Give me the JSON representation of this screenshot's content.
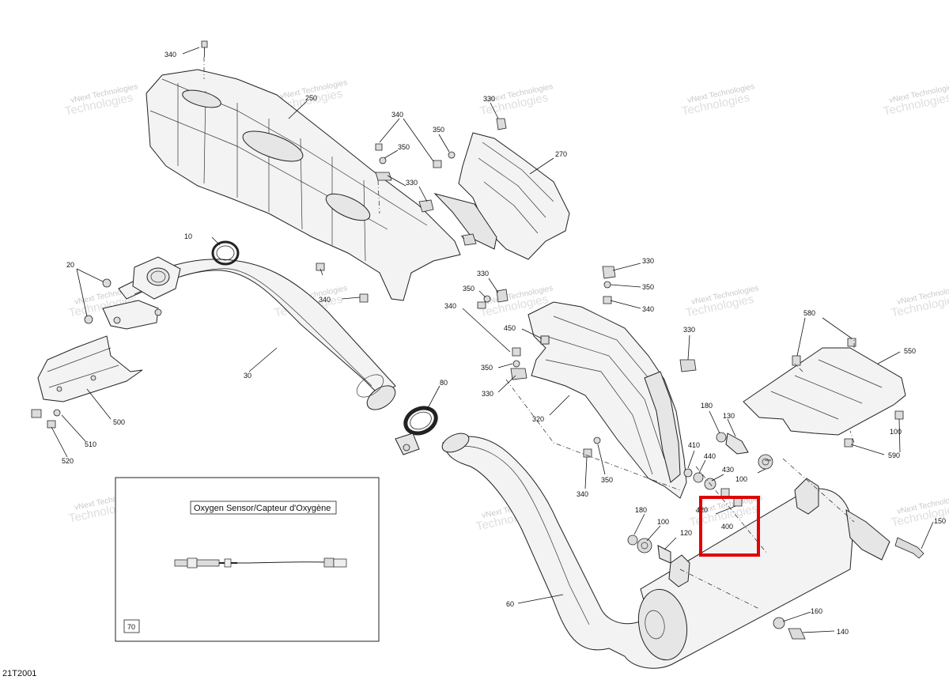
{
  "diagram_code": "21T2001",
  "watermark": {
    "line1": "vNext Technologies",
    "line2": "Technologies"
  },
  "inset": {
    "title": "Oxygen Sensor/Capteur d'Oxygène",
    "ref_number": "70"
  },
  "highlight_color": "#e00000",
  "callouts": {
    "c10": "10",
    "c20": "20",
    "c30": "30",
    "c60": "60",
    "c80": "80",
    "c100a": "100",
    "c100b": "100",
    "c120": "120",
    "c130": "130",
    "c140": "140",
    "c150": "150",
    "c160": "160",
    "c180a": "180",
    "c180b": "180",
    "c250": "250",
    "c270": "270",
    "c320": "320",
    "c330a": "330",
    "c330b": "330",
    "c330c": "330",
    "c330d": "330",
    "c330e": "330",
    "c330f": "330",
    "c340a": "340",
    "c340b": "340",
    "c340c": "340",
    "c340d": "340",
    "c340e": "340",
    "c340f": "340",
    "c340g": "340",
    "c350a": "350",
    "c350b": "350",
    "c350c": "350",
    "c350d": "350",
    "c350e": "350",
    "c350f": "350",
    "c400": "400",
    "c410": "410",
    "c420": "420",
    "c430": "430",
    "c440": "440",
    "c450": "450",
    "c500": "500",
    "c510": "510",
    "c520": "520",
    "c550": "550",
    "c580": "580",
    "c590": "590"
  }
}
